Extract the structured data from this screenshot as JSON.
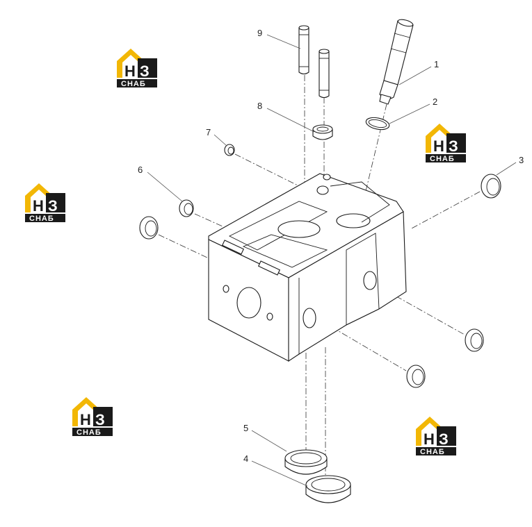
{
  "diagram": {
    "callouts": [
      "1",
      "2",
      "3",
      "4",
      "5",
      "6",
      "7",
      "8",
      "9"
    ],
    "watermark": {
      "line1_a": "Н",
      "line1_b": "З",
      "line2": "СНАБ",
      "color_yellow": "#f2b705",
      "color_dark": "#1a1a1a"
    }
  }
}
